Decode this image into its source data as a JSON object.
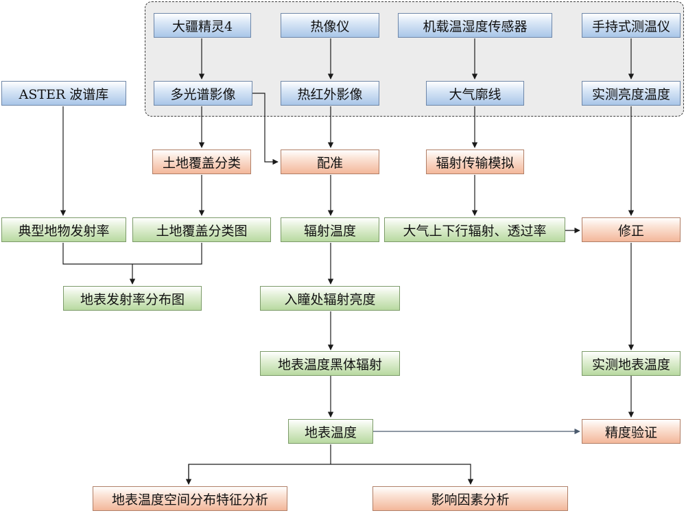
{
  "nodes": {
    "dji": "大疆精灵4",
    "thermal_camera": "热像仪",
    "airborne_sensor": "机载温湿度传感器",
    "handheld_thermometer": "手持式测温仪",
    "aster": "ASTER 波谱库",
    "multispectral": "多光谱影像",
    "thermal_ir": "热红外影像",
    "atm_profile": "大气廓线",
    "measured_brightness": "实测亮度温度",
    "landcover_class": "土地覆盖分类",
    "registration": "配准",
    "rt_sim": "辐射传输模拟",
    "typical_emissivity": "典型地物发射率",
    "landcover_map": "土地覆盖分类图",
    "radiance_temp": "辐射温度",
    "atm_radiation": "大气上下行辐射、透过率",
    "correction": "修正",
    "emissivity_map": "地表发射率分布图",
    "at_sensor_radiance": "入瞳处辐射亮度",
    "blackbody": "地表温度黑体辐射",
    "measured_lst": "实测地表温度",
    "lst": "地表温度",
    "accuracy": "精度验证",
    "spatial_analysis": "地表温度空间分布特征分析",
    "factor_analysis": "影响因素分析"
  },
  "colors": {
    "source_fill": "#a9c6e8",
    "process_fill": "#f3b79a",
    "product_fill": "#b8d9a0",
    "region_fill": "#ececec",
    "edge": "#1a1a1a",
    "edge_accent": "#4a5a6e"
  }
}
